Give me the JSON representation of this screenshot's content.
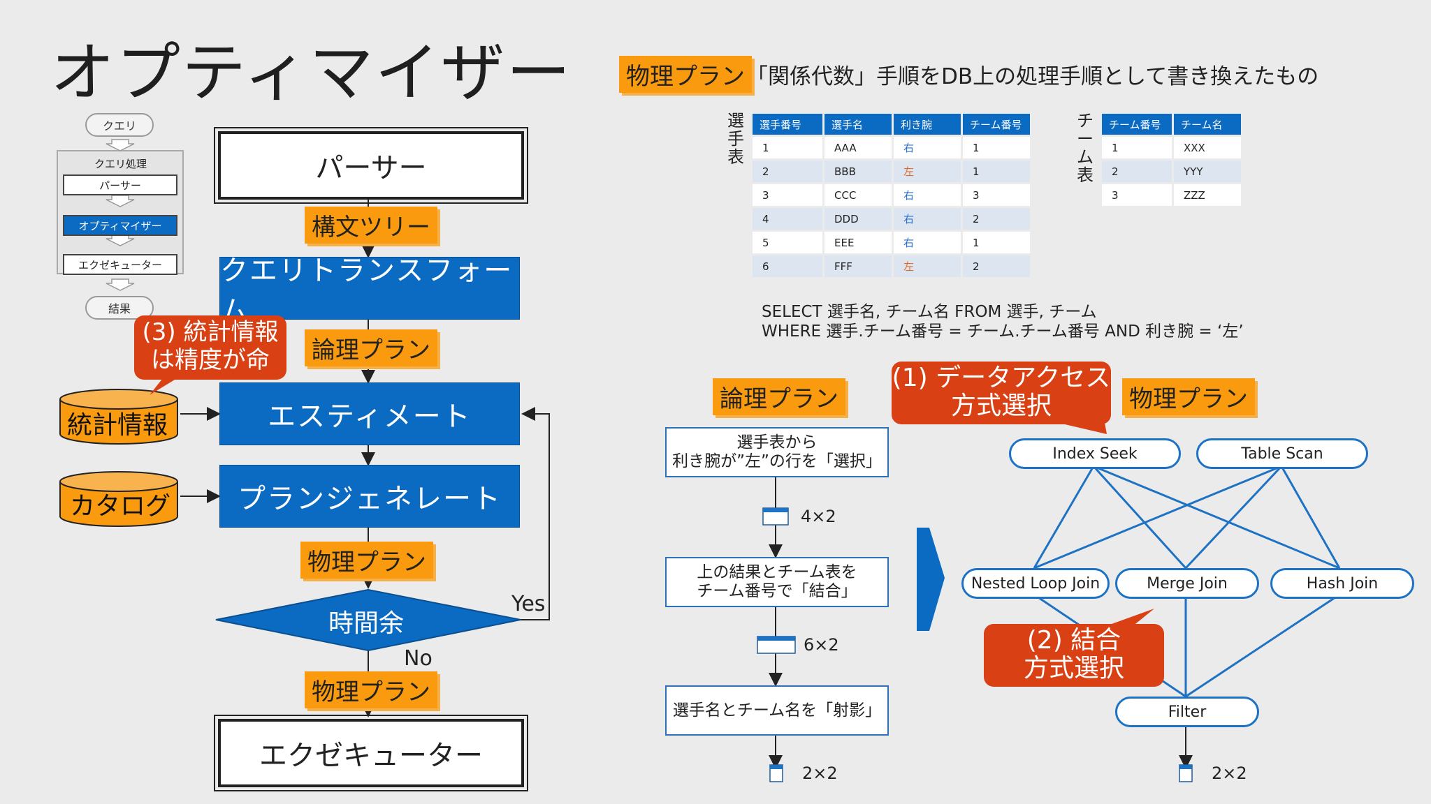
{
  "title": "オプティマイザー",
  "header": {
    "tag": "物理プラン",
    "description": "「関係代数」手順をDB上の処理手順として書き換えたもの"
  },
  "mini_flow": {
    "query": "クエリ",
    "processing": "クエリ処理",
    "parser": "パーサー",
    "optimizer": "オプティマイザー",
    "executor": "エクゼキューター",
    "result": "結果"
  },
  "flow": {
    "parser": "パーサー",
    "syntax_tree": "構文ツリー",
    "query_transform": "クエリトランスフォーム",
    "logical_plan": "論理プラン",
    "estimate": "エスティメート",
    "stats_callout": "(3) 統計情報\nは精度が命",
    "stats": "統計情報",
    "catalog": "カタログ",
    "plan_generate": "プランジェネレート",
    "physical_plan": "物理プラン",
    "time_left": "時間余",
    "yes": "Yes",
    "no": "No",
    "physical_plan_2": "物理プラン",
    "executor": "エクゼキューター"
  },
  "players_table": {
    "label": "選手表",
    "headers": [
      "選手番号",
      "選手名",
      "利き腕",
      "チーム番号"
    ],
    "rows": [
      [
        "1",
        "AAA",
        "右",
        "1"
      ],
      [
        "2",
        "BBB",
        "左",
        "1"
      ],
      [
        "3",
        "CCC",
        "右",
        "3"
      ],
      [
        "4",
        "DDD",
        "右",
        "2"
      ],
      [
        "5",
        "EEE",
        "右",
        "1"
      ],
      [
        "6",
        "FFF",
        "左",
        "2"
      ]
    ]
  },
  "teams_table": {
    "label": "チーム表",
    "headers": [
      "チーム番号",
      "チーム名"
    ],
    "rows": [
      [
        "1",
        "XXX"
      ],
      [
        "2",
        "YYY"
      ],
      [
        "3",
        "ZZZ"
      ]
    ]
  },
  "sql": {
    "line1": "SELECT 選手名, チーム名 FROM 選手, チーム",
    "line2": "WHERE 選手.チーム番号 = チーム.チーム番号 AND 利き腕 = ‘左’"
  },
  "logical": {
    "tag": "論理プラン",
    "step1": "選手表から\n利き腕が”左”の行を「選択」",
    "size1": "4×2",
    "step2": "上の結果とチーム表を\nチーム番号で「結合」",
    "size2": "6×2",
    "step3": "選手名とチーム名を「射影」",
    "size3": "2×2"
  },
  "physical": {
    "callout1": "(1) データアクセス\n方式選択",
    "tag": "物理プラン",
    "index_seek": "Index Seek",
    "table_scan": "Table Scan",
    "nested_loop": "Nested Loop Join",
    "merge_join": "Merge Join",
    "hash_join": "Hash Join",
    "callout2": "(2) 結合\n方式選択",
    "filter": "Filter",
    "size": "2×2"
  }
}
